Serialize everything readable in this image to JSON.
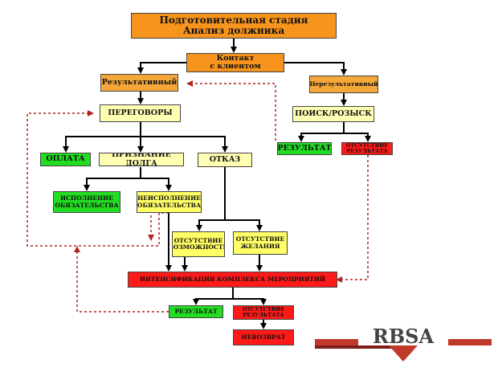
{
  "colors": {
    "orange": "#f7941d",
    "yellow": "#ffff66",
    "green": "#22dd22",
    "red": "#ff1a1a",
    "dark_red": "#b22222"
  },
  "nodes": {
    "prep": "Подготовительная стадия\nАнализ должника",
    "contact": "Контакт\nс клиентом",
    "effective": "Результативный",
    "ineffective": "Нерезультативный",
    "negotiations": "ПЕРЕГОВОРЫ",
    "search": "ПОИСК/РОЗЫСК",
    "result_right": "РЕЗУЛЬТАТ",
    "no_result_right": "ОТСУТСТВИЕ\nРЕЗУЛЬТАТА",
    "payment": "ОПЛАТА",
    "debt_recognition": "ПРИЗНАНИЕ ДОЛГА",
    "refusal": "ОТКАЗ",
    "fulfillment": "ИСПОЛНЕНИЕ\nОБЯЗАТЕЛЬСТВА",
    "non_fulfillment": "НЕИСПОЛНЕНИЕ\nОБЯЗАТЕЛЬСТВА",
    "no_possibility": "ОТСУТСТВИЕ\nВОЗМОЖНОСТИ",
    "no_desire": "ОТСУТСТВИЕ\nЖЕЛАНИЯ",
    "intensification": "ИНТЕНСИФИКАЦИЯ КОМПЛЕКСА МЕРОПРИЯТИЙ",
    "result_bottom": "РЕЗУЛЬТАТ",
    "no_result_bottom": "ОТСУТСТВИЕ\nРЕЗУЛЬТАТА",
    "ineffective_bottom": "НЕВОЗВРАТ"
  },
  "logo": {
    "text": "RBSA"
  }
}
